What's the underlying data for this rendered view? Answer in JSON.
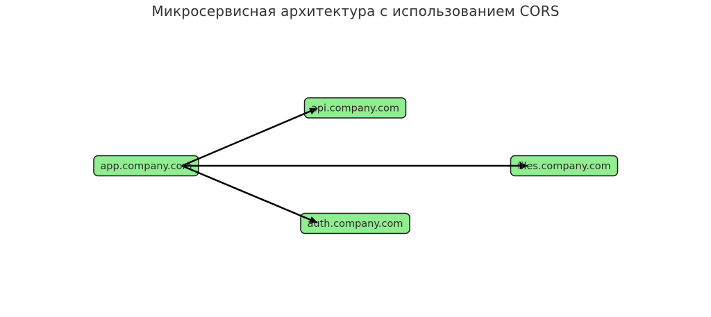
{
  "diagram": {
    "title": "Микросервисная архитектура с использованием CORS",
    "colors": {
      "node_fill": "#90ee90",
      "node_stroke": "#1a1a1a",
      "edge": "#000000",
      "title_text": "#333333",
      "node_text": "#2b2b2b"
    },
    "nodes": {
      "app": {
        "label": "app.company.com"
      },
      "api": {
        "label": "api.company.com"
      },
      "files": {
        "label": "files.company.com"
      },
      "auth": {
        "label": "auth.company.com"
      }
    },
    "edges": [
      {
        "from": "app",
        "to": "api"
      },
      {
        "from": "app",
        "to": "files"
      },
      {
        "from": "app",
        "to": "auth"
      }
    ]
  }
}
